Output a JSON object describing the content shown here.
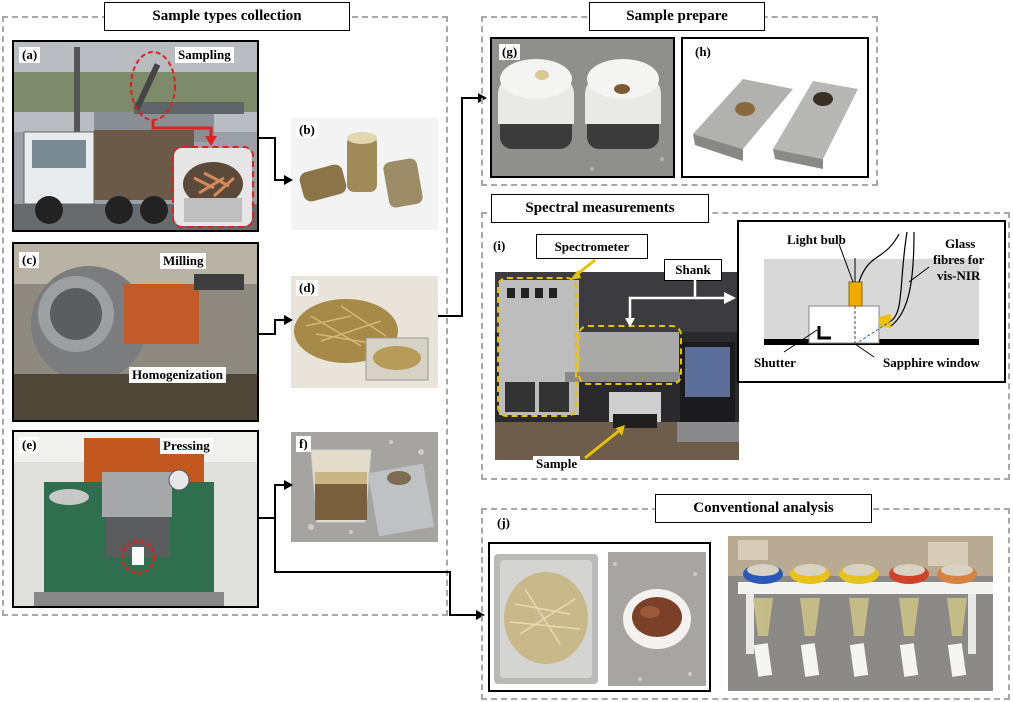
{
  "sections": {
    "collection_title": "Sample types collection",
    "prepare_title": "Sample prepare",
    "spectral_title": "Spectral measurements",
    "conventional_title": "Conventional analysis"
  },
  "panels": {
    "a": "(a)",
    "b": "(b)",
    "c": "(c)",
    "d": "(d)",
    "e": "(e)",
    "f": "f)",
    "g": "(g)",
    "h": "(h)",
    "i": "(i)",
    "j": "(j)"
  },
  "captions": {
    "sampling": "Sampling",
    "milling": "Milling",
    "homogenization": "Homogenization",
    "pressing": "Pressing",
    "spectrometer": "Spectrometer",
    "shank": "Shank",
    "sample": "Sample"
  },
  "schematic": {
    "light_bulb": "Light bulb",
    "glass_line1": "Glass",
    "glass_line2": "fibres for",
    "glass_line3": "vis-NIR",
    "shutter": "Shutter",
    "sapphire": "Sapphire window"
  },
  "colors": {
    "dashed_border": "#a8a8a8",
    "red_highlight": "#e02020",
    "yellow_highlight": "#e8c200",
    "bulb": "#f2a900"
  }
}
